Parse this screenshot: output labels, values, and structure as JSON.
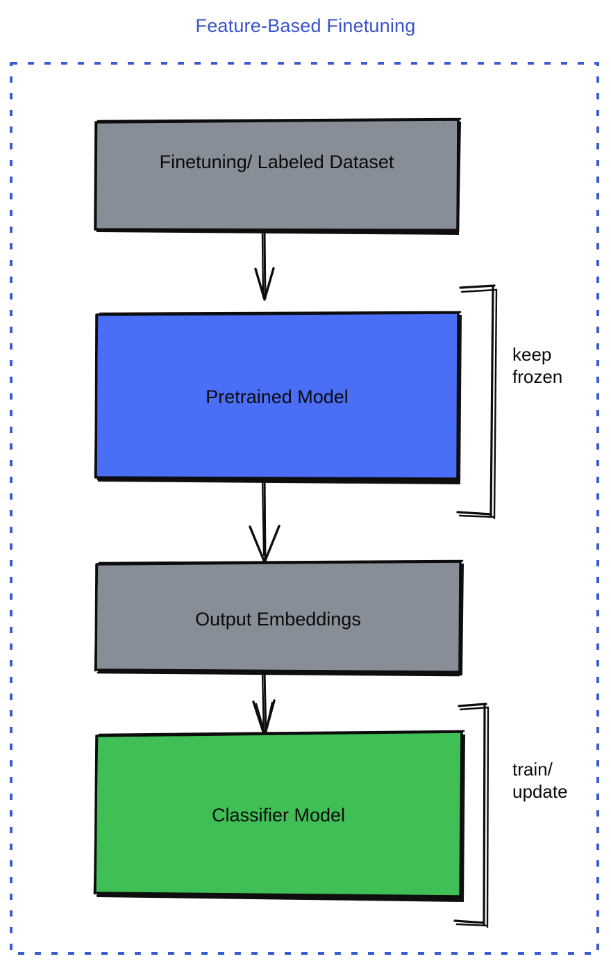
{
  "diagram": {
    "title": "Feature-Based Finetuning",
    "title_color": "#3a53c8",
    "container_border_color": "#3b5bd0",
    "background": "#ffffff",
    "nodes": [
      {
        "id": "dataset",
        "label": "Finetuning/ Labeled Dataset",
        "fill": "#878e98",
        "stroke": "#0d0d0d"
      },
      {
        "id": "pretrained",
        "label": "Pretrained Model",
        "fill": "#4a6ef5",
        "stroke": "#0d0d0d"
      },
      {
        "id": "embeddings",
        "label": "Output Embeddings",
        "fill": "#878e98",
        "stroke": "#0d0d0d"
      },
      {
        "id": "classifier",
        "label": "Classifier Model",
        "fill": "#3fbf55",
        "stroke": "#0d0d0d"
      }
    ],
    "edges": [
      {
        "id": "dataset-to-pretrained",
        "from": "dataset",
        "to": "pretrained",
        "style": "arrow"
      },
      {
        "id": "pretrained-to-embeddings",
        "from": "pretrained",
        "to": "embeddings",
        "style": "arrow"
      },
      {
        "id": "embeddings-to-classifier",
        "from": "embeddings",
        "to": "classifier",
        "style": "arrow"
      }
    ],
    "annotations": [
      {
        "id": "keep-frozen",
        "lines": [
          "keep",
          "frozen"
        ],
        "text": "keep\nfrozen",
        "target": "pretrained",
        "bracket": "right"
      },
      {
        "id": "train-update",
        "lines": [
          "train/",
          "update"
        ],
        "text": "train/\nupdate",
        "target": "classifier",
        "bracket": "right"
      }
    ]
  }
}
